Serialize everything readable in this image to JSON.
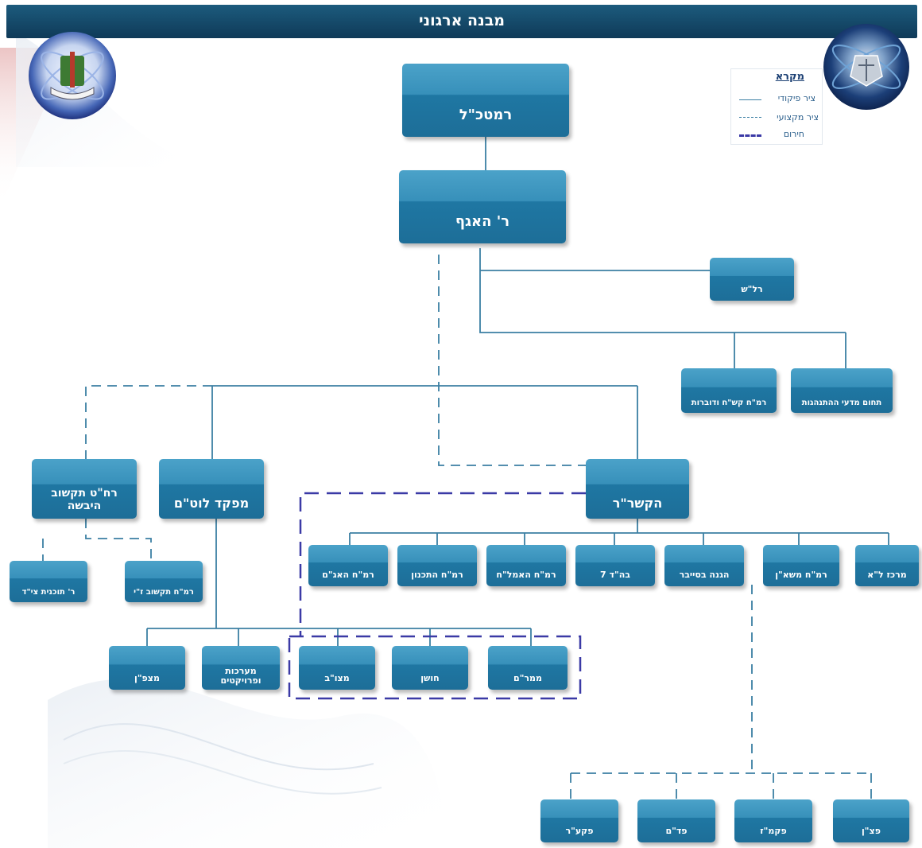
{
  "header": {
    "title": "מבנה ארגוני"
  },
  "legend": {
    "title": "מקרא",
    "command": "ציר פיקודי",
    "professional": "ציר מקצועי",
    "emergency": "חירום"
  },
  "colors": {
    "header": "#123f5f",
    "box": "#2a86b3",
    "line": "#3b7fa3",
    "emergency": "#3b3aa6"
  },
  "nodes": {
    "ramtkal": "רמטכ\"ל",
    "head": "ר' האגף",
    "ralash": "רל\"ש",
    "ramach_kashach": "רמ\"ח קש\"ח ודוברות",
    "madaei": "תחום מדעי ההתנהגות",
    "hakshar": "הקשר\"ר",
    "mifkad": "מפקד לוט\"ם",
    "rachat": "רח\"ט תקשוב היבשה",
    "r_tochnit": "ר' תוכנית צי\"ד",
    "ramach_tikshuv": "רמ\"ח תקשוב ז\"י",
    "ramach_haag": "רמ\"ח האג\"ם",
    "ramach_tichnun": "רמ\"ח התכנון",
    "ramach_haamlach": "רמ\"ח האמל\"ח",
    "bahad7": "בה\"ד 7",
    "haganah": "הגנה בסייבר",
    "ramach_mashan": "רמ\"ח משא\"ן",
    "merkaz": "מרכז ל\"א",
    "mitzpan": "מצפ\"ן",
    "maarachot": "מערכות ופרויקטים",
    "matzuv": "מצו\"ב",
    "hoshen": "חושן",
    "mamram": "ממר\"ם",
    "pakar": "פקע\"ר",
    "padam": "פד\"ם",
    "pakmaz": "פקמ\"ז",
    "patzan": "פצ\"ן"
  }
}
